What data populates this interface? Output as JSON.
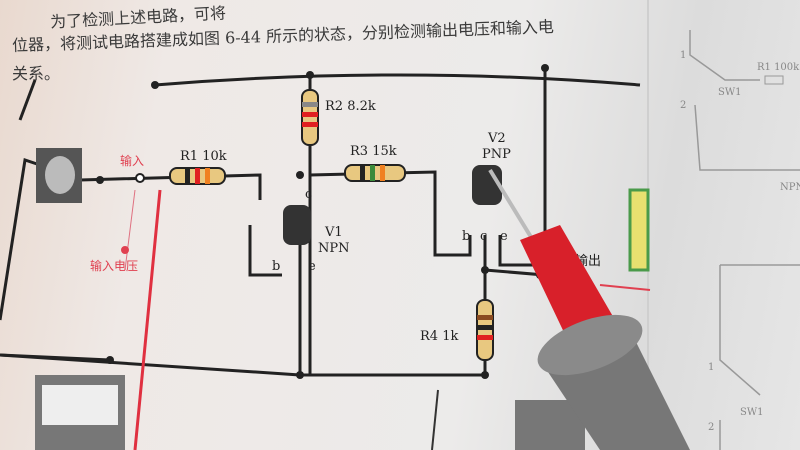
{
  "book_text": {
    "line1": "为了检测上述电路，可将",
    "line2": "位器，将测试电路搭建成如图 6-44 所示的状态，分别检测输出电压和输入电",
    "line3": "关系。"
  },
  "circuit": {
    "r1": "R1 10k",
    "r2": "R2 8.2k",
    "r3": "R3 15k",
    "r4": "R4 1k",
    "v1_name": "V1",
    "v1_type": "NPN",
    "v2_name": "V2",
    "v2_type": "PNP",
    "pin_b": "b",
    "pin_c": "c",
    "pin_e": "e",
    "input_label": "输入",
    "input_voltage_label": "输入电压",
    "output_label": "输出"
  },
  "side_circuit": {
    "pin1": "1",
    "pin2": "2",
    "switch": "SW1",
    "resistor": "R1 100k",
    "transistor": "NPN"
  }
}
